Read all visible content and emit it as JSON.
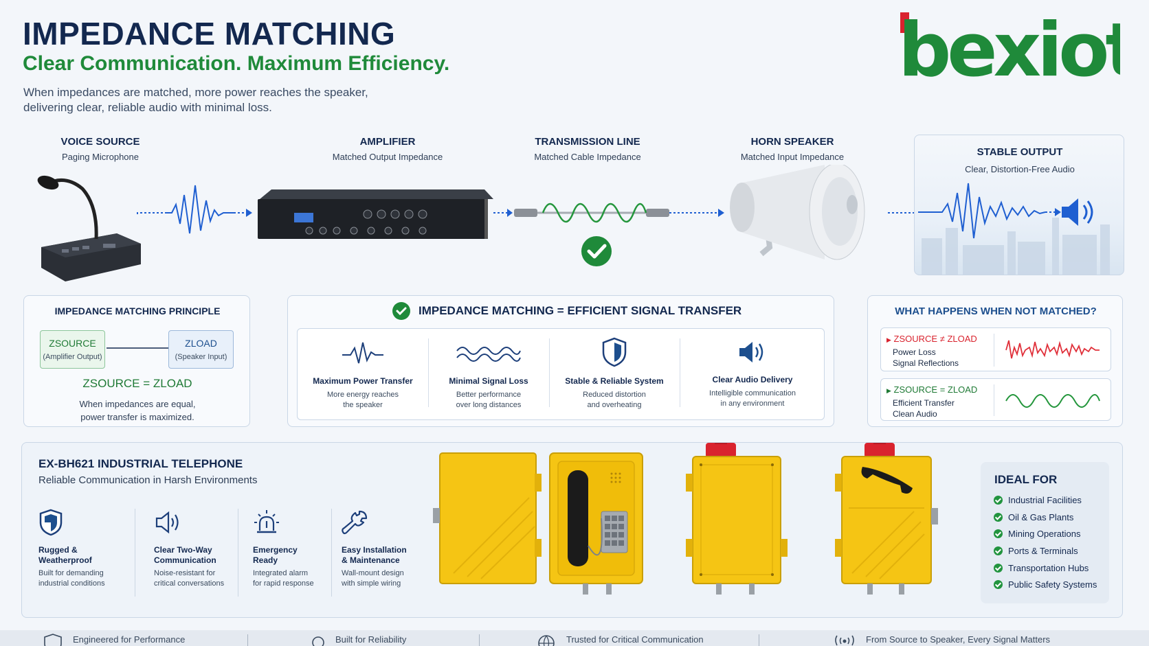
{
  "header": {
    "title": "IMPEDANCE MATCHING",
    "subtitle": "Clear Communication. Maximum Efficiency.",
    "desc_line1": "When impedances are matched, more power reaches the speaker,",
    "desc_line2": "delivering clear, reliable audio with minimal loss."
  },
  "logo": {
    "text": "bexiot",
    "color_green": "#1f8a3a",
    "color_red": "#d9232e"
  },
  "chain": [
    {
      "title": "VOICE SOURCE",
      "sub": "Paging Microphone"
    },
    {
      "title": "AMPLIFIER",
      "sub": "Matched Output Impedance"
    },
    {
      "title": "TRANSMISSION LINE",
      "sub": "Matched Cable Impedance"
    },
    {
      "title": "HORN SPEAKER",
      "sub": "Matched Input Impedance"
    },
    {
      "title": "STABLE OUTPUT",
      "sub": "Clear, Distortion-Free Audio"
    }
  ],
  "principle": {
    "title": "IMPEDANCE MATCHING PRINCIPLE",
    "z_source": "ZSOURCE",
    "z_source_note": "(Amplifier Output)",
    "z_load": "ZLOAD",
    "z_load_note": "(Speaker Input)",
    "equation": "ZSOURCE = ZLOAD",
    "note_line1": "When impedances are equal,",
    "note_line2": "power transfer is maximized."
  },
  "efficient": {
    "title": "IMPEDANCE MATCHING = EFFICIENT SIGNAL TRANSFER",
    "features": [
      {
        "title": "Maximum Power Transfer",
        "l1": "More energy reaches",
        "l2": "the speaker"
      },
      {
        "title": "Minimal Signal Loss",
        "l1": "Better performance",
        "l2": "over long distances"
      },
      {
        "title": "Stable & Reliable System",
        "l1": "Reduced distortion",
        "l2": "and overheating"
      },
      {
        "title": "Clear Audio Delivery",
        "l1": "Intelligible communication",
        "l2": "in any environment"
      }
    ]
  },
  "not_matched": {
    "title": "WHAT HAPPENS WHEN NOT MATCHED?",
    "bad": {
      "eq": "ZSOURCE ≠ ZLOAD",
      "l1": "Power Loss",
      "l2": "Signal Reflections"
    },
    "good": {
      "eq": "ZSOURCE = ZLOAD",
      "l1": "Efficient Transfer",
      "l2": "Clean Audio"
    }
  },
  "product": {
    "title": "EX-BH621 INDUSTRIAL TELEPHONE",
    "sub": "Reliable Communication in Harsh Environments",
    "features": [
      {
        "t1": "Rugged &",
        "t2": "Weatherproof",
        "d1": "Built for demanding",
        "d2": "industrial conditions"
      },
      {
        "t1": "Clear Two-Way",
        "t2": "Communication",
        "d1": "Noise-resistant for",
        "d2": "critical conversations"
      },
      {
        "t1": "Emergency",
        "t2": "Ready",
        "d1": "Integrated alarm",
        "d2": "for rapid response"
      },
      {
        "t1": "Easy Installation",
        "t2": "& Maintenance",
        "d1": "Wall-mount design",
        "d2": "with simple wiring"
      }
    ]
  },
  "ideal": {
    "title": "IDEAL FOR",
    "items": [
      "Industrial Facilities",
      "Oil & Gas Plants",
      "Mining Operations",
      "Ports & Terminals",
      "Transportation Hubs",
      "Public Safety Systems"
    ]
  },
  "footer": [
    "Engineered for Performance",
    "Built for Reliability",
    "Trusted for Critical Communication",
    "From Source to Speaker, Every Signal Matters"
  ],
  "colors": {
    "navy": "#13284f",
    "green": "#1f8a3a",
    "wave_blue": "#1f5fd1",
    "wave_green": "#24963c",
    "wave_red": "#e0303a",
    "phone_yellow": "#f5c514"
  }
}
